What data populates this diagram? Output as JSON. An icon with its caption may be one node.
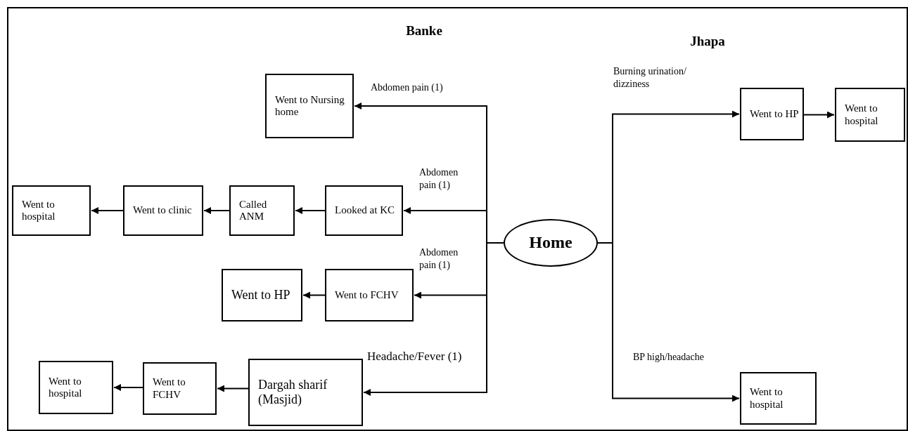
{
  "diagram": {
    "nodes": [
      {
        "text": [
          "Home"
        ]
      },
      {
        "text": [
          "Went to Nursing home"
        ]
      },
      {
        "text": [
          "Looked at KC"
        ]
      },
      {
        "text": [
          "Called ANM"
        ]
      },
      {
        "text": [
          "Went to clinic"
        ]
      },
      {
        "text": [
          "Went to hospital"
        ]
      },
      {
        "text": [
          "Went to FCHV"
        ]
      },
      {
        "text": [
          "Went to HP"
        ]
      },
      {
        "text": [
          "Dargah sharif (Masjid)"
        ]
      },
      {
        "text": [
          "Went to FCHV"
        ]
      },
      {
        "text": [
          "Went to hospital"
        ]
      },
      {
        "text": [
          "Went to HP"
        ]
      },
      {
        "text": [
          "Went to hospital"
        ]
      },
      {
        "text": [
          "Went to hospital"
        ]
      }
    ],
    "edges": [
      {
        "from": 0,
        "to": 1,
        "arrow": "to",
        "label": "Abdomen pain (1)"
      },
      {
        "from": 0,
        "to": 2,
        "arrow": "to",
        "label": "Abdomen pain (1)"
      },
      {
        "from": 2,
        "to": 3,
        "arrow": "to"
      },
      {
        "from": 3,
        "to": 4,
        "arrow": "to"
      },
      {
        "from": 4,
        "to": 5,
        "arrow": "to"
      },
      {
        "from": 0,
        "to": 6,
        "arrow": "to",
        "label": "Abdomen pain (1)"
      },
      {
        "from": 6,
        "to": 7,
        "arrow": "to"
      },
      {
        "from": 0,
        "to": 8,
        "arrow": "to",
        "label": "Headache/Fever (1)"
      },
      {
        "from": 8,
        "to": 9,
        "arrow": "to"
      },
      {
        "from": 9,
        "to": 10,
        "arrow": "to"
      },
      {
        "from": 0,
        "to": 11,
        "arrow": "to",
        "label": "Burning urination/ dizziness"
      },
      {
        "from": 11,
        "to": 12,
        "arrow": "to"
      },
      {
        "from": 0,
        "to": 13,
        "arrow": "to",
        "label": "BP high/headache"
      }
    ],
    "labels": [
      "Banke",
      "Jhapa"
    ]
  }
}
